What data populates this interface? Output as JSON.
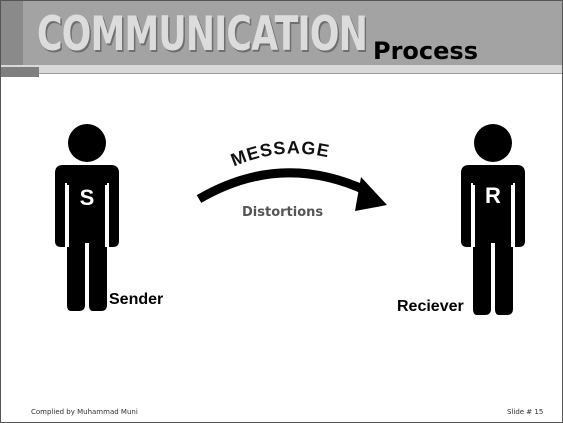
{
  "title": {
    "main": "COMMUNICATION",
    "sub": "Process"
  },
  "diagram": {
    "sender": {
      "letter": "S",
      "label": "Sender"
    },
    "receiver": {
      "letter": "R",
      "label": "Reciever"
    },
    "message": "MESSAGE",
    "distortions": "Distortions"
  },
  "footer": {
    "credit": "Complied by Muhammad Muni",
    "slide": "Slide # 15"
  },
  "colors": {
    "figure": "#000000",
    "band": "#a3a3a3",
    "title_fill": "#dcdcdc"
  }
}
